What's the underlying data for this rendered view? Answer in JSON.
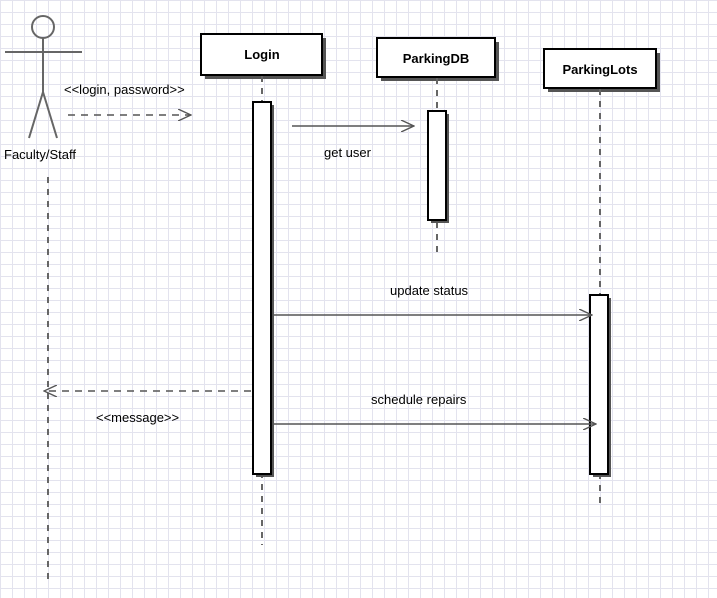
{
  "actor": {
    "name": "Faculty/Staff"
  },
  "lifelines": {
    "login": "Login",
    "parkingdb": "ParkingDB",
    "parkinglots": "ParkingLots"
  },
  "messages": {
    "login_password": "<<login, password>>",
    "get_user": "get user",
    "update_status": "update status",
    "message_return": "<<message>>",
    "schedule_repairs": "schedule repairs"
  },
  "colors": {
    "grid": "#e3e3ee",
    "line": "#555555",
    "box_border": "#000000",
    "shadow": "#555555"
  }
}
